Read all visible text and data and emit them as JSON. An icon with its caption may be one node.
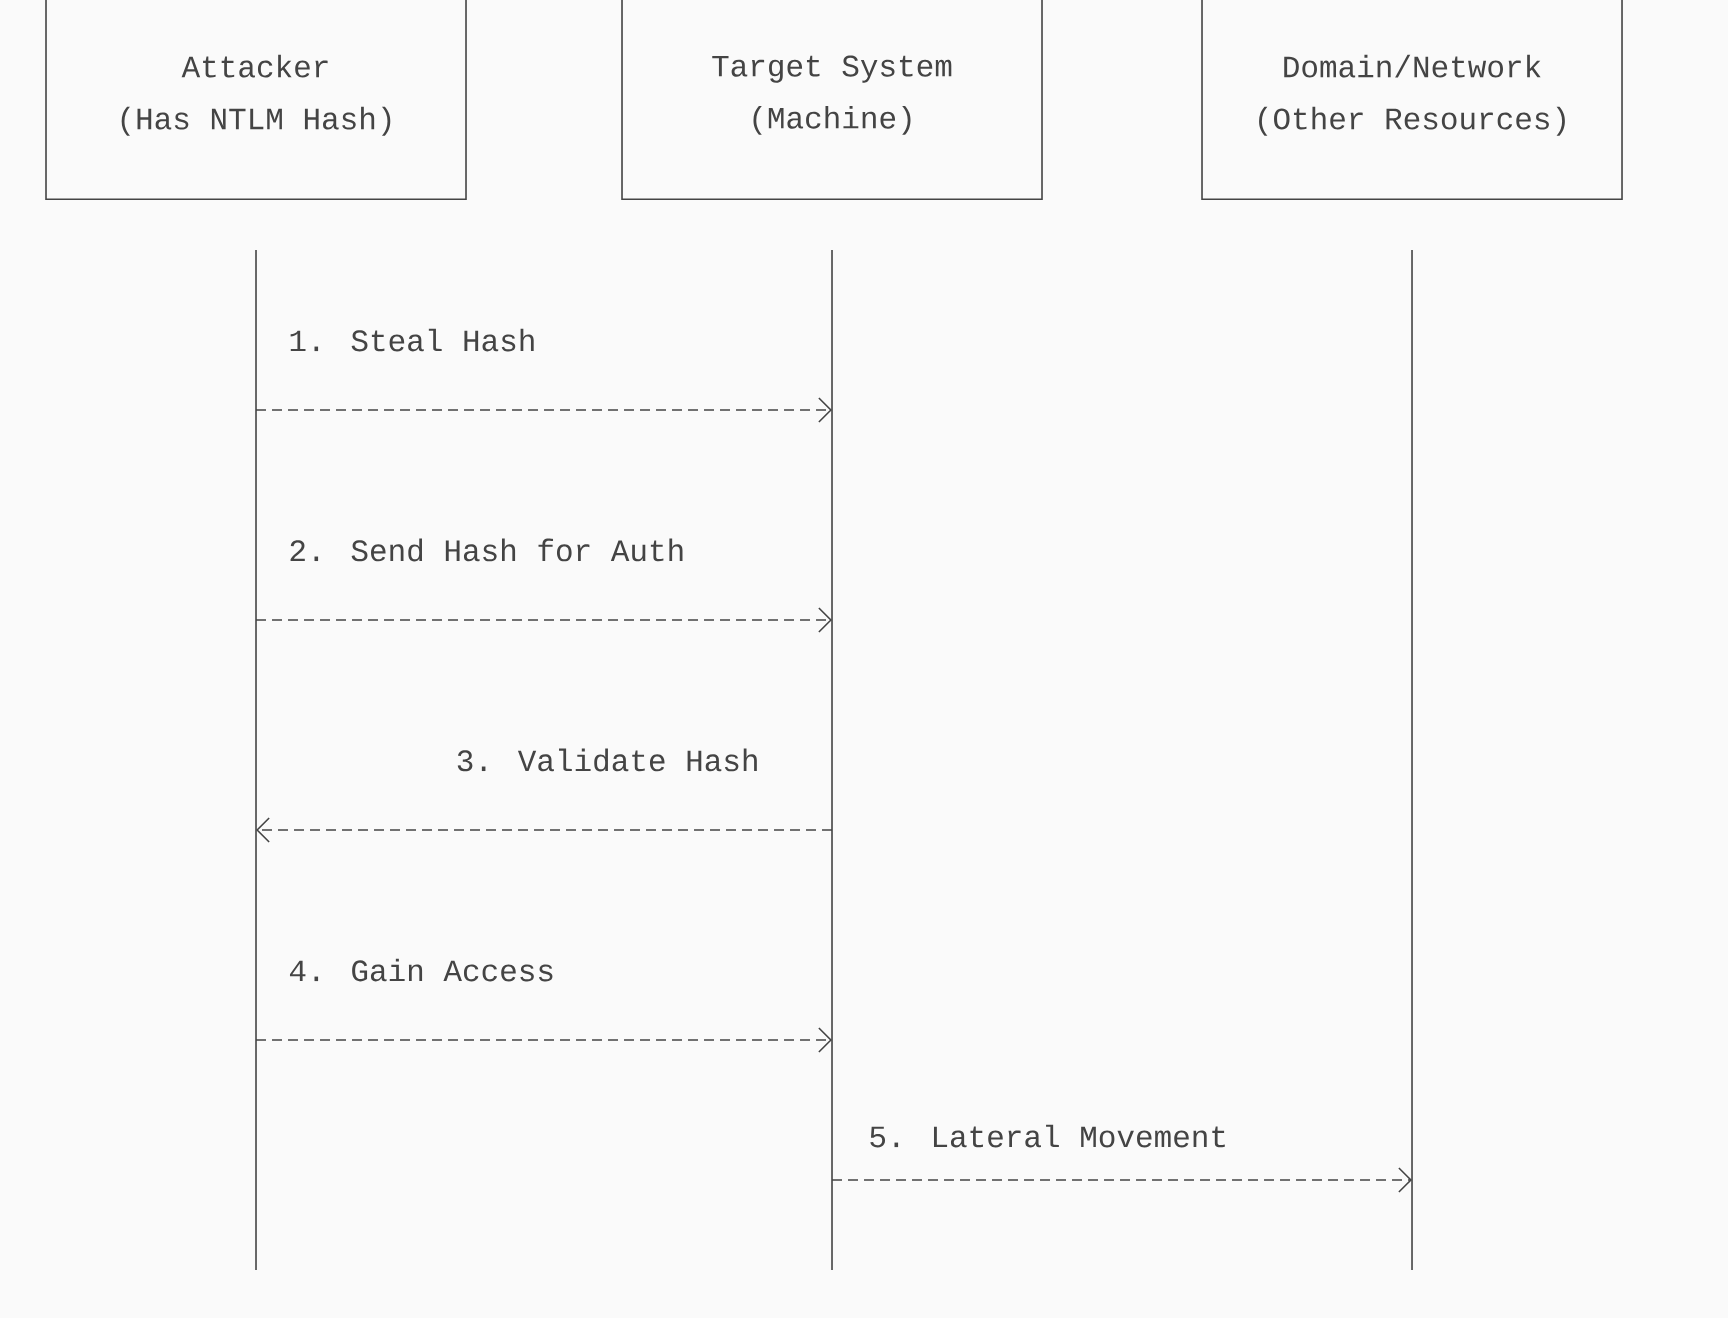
{
  "diagram": {
    "nodes": [
      {
        "text": [
          "Attacker",
          "(Has NTLM Hash)"
        ]
      },
      {
        "text": [
          "Target System",
          "(Machine)"
        ]
      },
      {
        "text": [
          "Domain/Network",
          "(Other Resources)"
        ]
      }
    ],
    "edges": [
      {
        "from": 0,
        "to": 1,
        "arrow": "to",
        "label": "1. Steal Hash"
      },
      {
        "from": 0,
        "to": 1,
        "arrow": "to",
        "label": "2. Send Hash for Auth"
      },
      {
        "from": 1,
        "to": 0,
        "arrow": "to",
        "label": "3. Validate Hash"
      },
      {
        "from": 0,
        "to": 1,
        "arrow": "to",
        "label": "4. Gain Access"
      },
      {
        "from": 1,
        "to": 2,
        "arrow": "to",
        "label": "5. Lateral Movement"
      }
    ]
  }
}
